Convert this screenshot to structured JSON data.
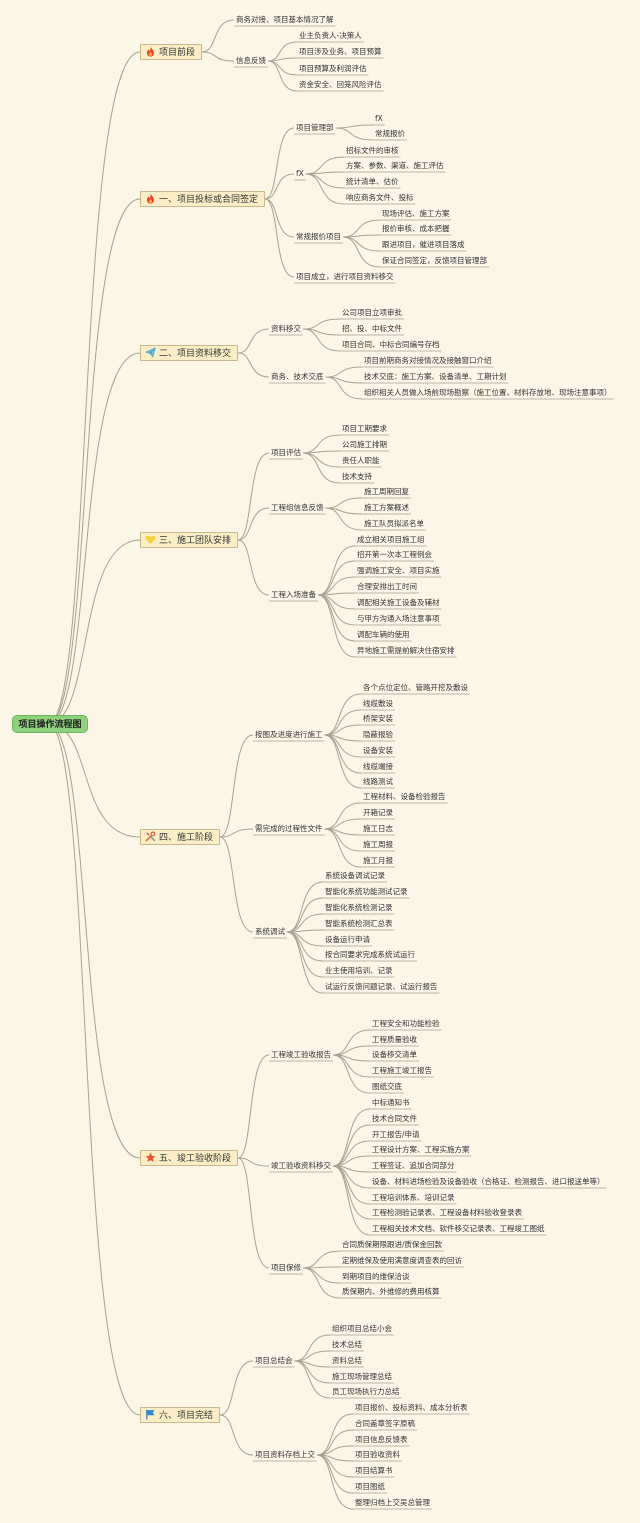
{
  "root": "项目操作流程图",
  "colors": {
    "background": "#fcf6e9",
    "line": "#a8a290",
    "root": "#8fd27e",
    "section": "#fbeec6"
  },
  "sections": [
    {
      "label": "项目前段",
      "icon": "fire-icon",
      "children": [
        {
          "label": "商务对接、项目基本情况了解"
        },
        {
          "label": "信息反馈",
          "children": [
            {
              "label": "业主负责人-决策人"
            },
            {
              "label": "项目涉及业务、项目预算"
            },
            {
              "label": "项目预算及利润评估"
            },
            {
              "label": "资金安全、回笼风险评估"
            }
          ]
        }
      ]
    },
    {
      "label": "一、项目投标或合同签定",
      "icon": "fire-icon",
      "children": [
        {
          "label": "项目管理部",
          "children": [
            {
              "label": "fX"
            },
            {
              "label": "常规报价"
            }
          ]
        },
        {
          "label": "fX",
          "children": [
            {
              "label": "招标文件的审核"
            },
            {
              "label": "方案、参数、渠道、施工评估"
            },
            {
              "label": "统计清单、估价"
            },
            {
              "label": "响应商务文件、投标"
            }
          ]
        },
        {
          "label": "常规报价项目",
          "children": [
            {
              "label": "现场评估、施工方案"
            },
            {
              "label": "报价审核、成本把握"
            },
            {
              "label": "跟进项目，催进项目落成"
            },
            {
              "label": "保证合同签定，反馈项目管理部"
            }
          ]
        },
        {
          "label": "项目成立，进行项目资料移交"
        }
      ]
    },
    {
      "label": "二、项目资料移交",
      "icon": "paper-plane-icon",
      "children": [
        {
          "label": "资料移交",
          "children": [
            {
              "label": "公司项目立项审批"
            },
            {
              "label": "招、投、中标文件"
            },
            {
              "label": "项目合同、中标合同编号存档"
            }
          ]
        },
        {
          "label": "商务、技术交底",
          "children": [
            {
              "label": "项目前期商务对接情况及接触窗口介绍"
            },
            {
              "label": "技术交底：施工方案、设备清单、工期计划"
            },
            {
              "label": "组织相关人员做入场前现场勘察（施工位置、材料存放地、现场注意事项）"
            }
          ]
        }
      ]
    },
    {
      "label": "三、施工团队安排",
      "icon": "heart-icon",
      "children": [
        {
          "label": "项目评估",
          "children": [
            {
              "label": "项目工期要求"
            },
            {
              "label": "公司施工排期"
            },
            {
              "label": "责任人职能"
            },
            {
              "label": "技术支持"
            }
          ]
        },
        {
          "label": "工程组信息反馈",
          "children": [
            {
              "label": "施工周期回复"
            },
            {
              "label": "施工方案概述"
            },
            {
              "label": "施工队员拟派名单"
            }
          ]
        },
        {
          "label": "工程入场准备",
          "children": [
            {
              "label": "成立相关项目施工组"
            },
            {
              "label": "招开第一次本工程例会"
            },
            {
              "label": "强调施工安全、项目实施"
            },
            {
              "label": "合理安排出工时间"
            },
            {
              "label": "调配相关施工设备及辅材"
            },
            {
              "label": "与甲方沟通入场注意事项"
            },
            {
              "label": "调配车辆的使用"
            },
            {
              "label": "异地施工需提前解决住宿安排"
            }
          ]
        }
      ]
    },
    {
      "label": "四、施工阶段",
      "icon": "tools-icon",
      "children": [
        {
          "label": "按图及进度进行施工",
          "children": [
            {
              "label": "各个点位定位、管路开挖及敷设"
            },
            {
              "label": "线缆敷设"
            },
            {
              "label": "桥架安装"
            },
            {
              "label": "隐蔽报验"
            },
            {
              "label": "设备安装"
            },
            {
              "label": "线缆端接"
            },
            {
              "label": "线路测试"
            }
          ]
        },
        {
          "label": "需完成的过程性文件",
          "children": [
            {
              "label": "工程材料、设备检验报告"
            },
            {
              "label": "开箱记录"
            },
            {
              "label": "施工日志"
            },
            {
              "label": "施工周报"
            },
            {
              "label": "施工月报"
            }
          ]
        },
        {
          "label": "系统调试",
          "children": [
            {
              "label": "系统设备调试记录"
            },
            {
              "label": "智能化系统功能测试记录"
            },
            {
              "label": "智能化系统检测记录"
            },
            {
              "label": "智能系统检测汇总表"
            },
            {
              "label": "设备运行申请"
            },
            {
              "label": "按合同要求完成系统试运行"
            },
            {
              "label": "业主使用培训、记录"
            },
            {
              "label": "试运行反馈问题记录、试运行报告"
            }
          ]
        }
      ]
    },
    {
      "label": "五、竣工验收阶段",
      "icon": "star-icon",
      "children": [
        {
          "label": "工程竣工验收报告",
          "children": [
            {
              "label": "工程安全和功能检验"
            },
            {
              "label": "工程质量验收"
            },
            {
              "label": "设备移交清单"
            },
            {
              "label": "工程施工竣工报告"
            },
            {
              "label": "图纸交底"
            }
          ]
        },
        {
          "label": "竣工验收资料移交",
          "children": [
            {
              "label": "中标通知书"
            },
            {
              "label": "技术合同文件"
            },
            {
              "label": "开工报告/申请"
            },
            {
              "label": "工程设计方案、工程实施方案"
            },
            {
              "label": "工程签证、追加合同部分"
            },
            {
              "label": "设备、材料进场检验及设备验收（合格证、检测报告、进口报送单等）"
            },
            {
              "label": "工程培训体系、培训记录"
            },
            {
              "label": "工程检测验记录表、工程设备材料验收登录表"
            },
            {
              "label": "工程相关技术文档、软件移交记录表、工程竣工图纸"
            }
          ]
        },
        {
          "label": "项目保修",
          "children": [
            {
              "label": "合同质保期限跟进/质保金回款"
            },
            {
              "label": "定期维保及使用满意度调查表的回访"
            },
            {
              "label": "到期项目的维保洽谈"
            },
            {
              "label": "质保期内、外维修的费用核算"
            }
          ]
        }
      ]
    },
    {
      "label": "六、项目完结",
      "icon": "flag-icon",
      "children": [
        {
          "label": "项目总结会",
          "children": [
            {
              "label": "组织项目总结小会"
            },
            {
              "label": "技术总结"
            },
            {
              "label": "资料总结"
            },
            {
              "label": "施工现场管理总结"
            },
            {
              "label": "员工现场执行力总结"
            }
          ]
        },
        {
          "label": "项目资料存档上交",
          "children": [
            {
              "label": "项目报价、投标资料、成本分析表"
            },
            {
              "label": "合同盖章签字原稿"
            },
            {
              "label": "项目信息反馈表"
            },
            {
              "label": "项目验收资料"
            },
            {
              "label": "项目结算书"
            },
            {
              "label": "项目图纸"
            },
            {
              "label": "整理归档上交吴总管理"
            }
          ]
        }
      ]
    }
  ]
}
